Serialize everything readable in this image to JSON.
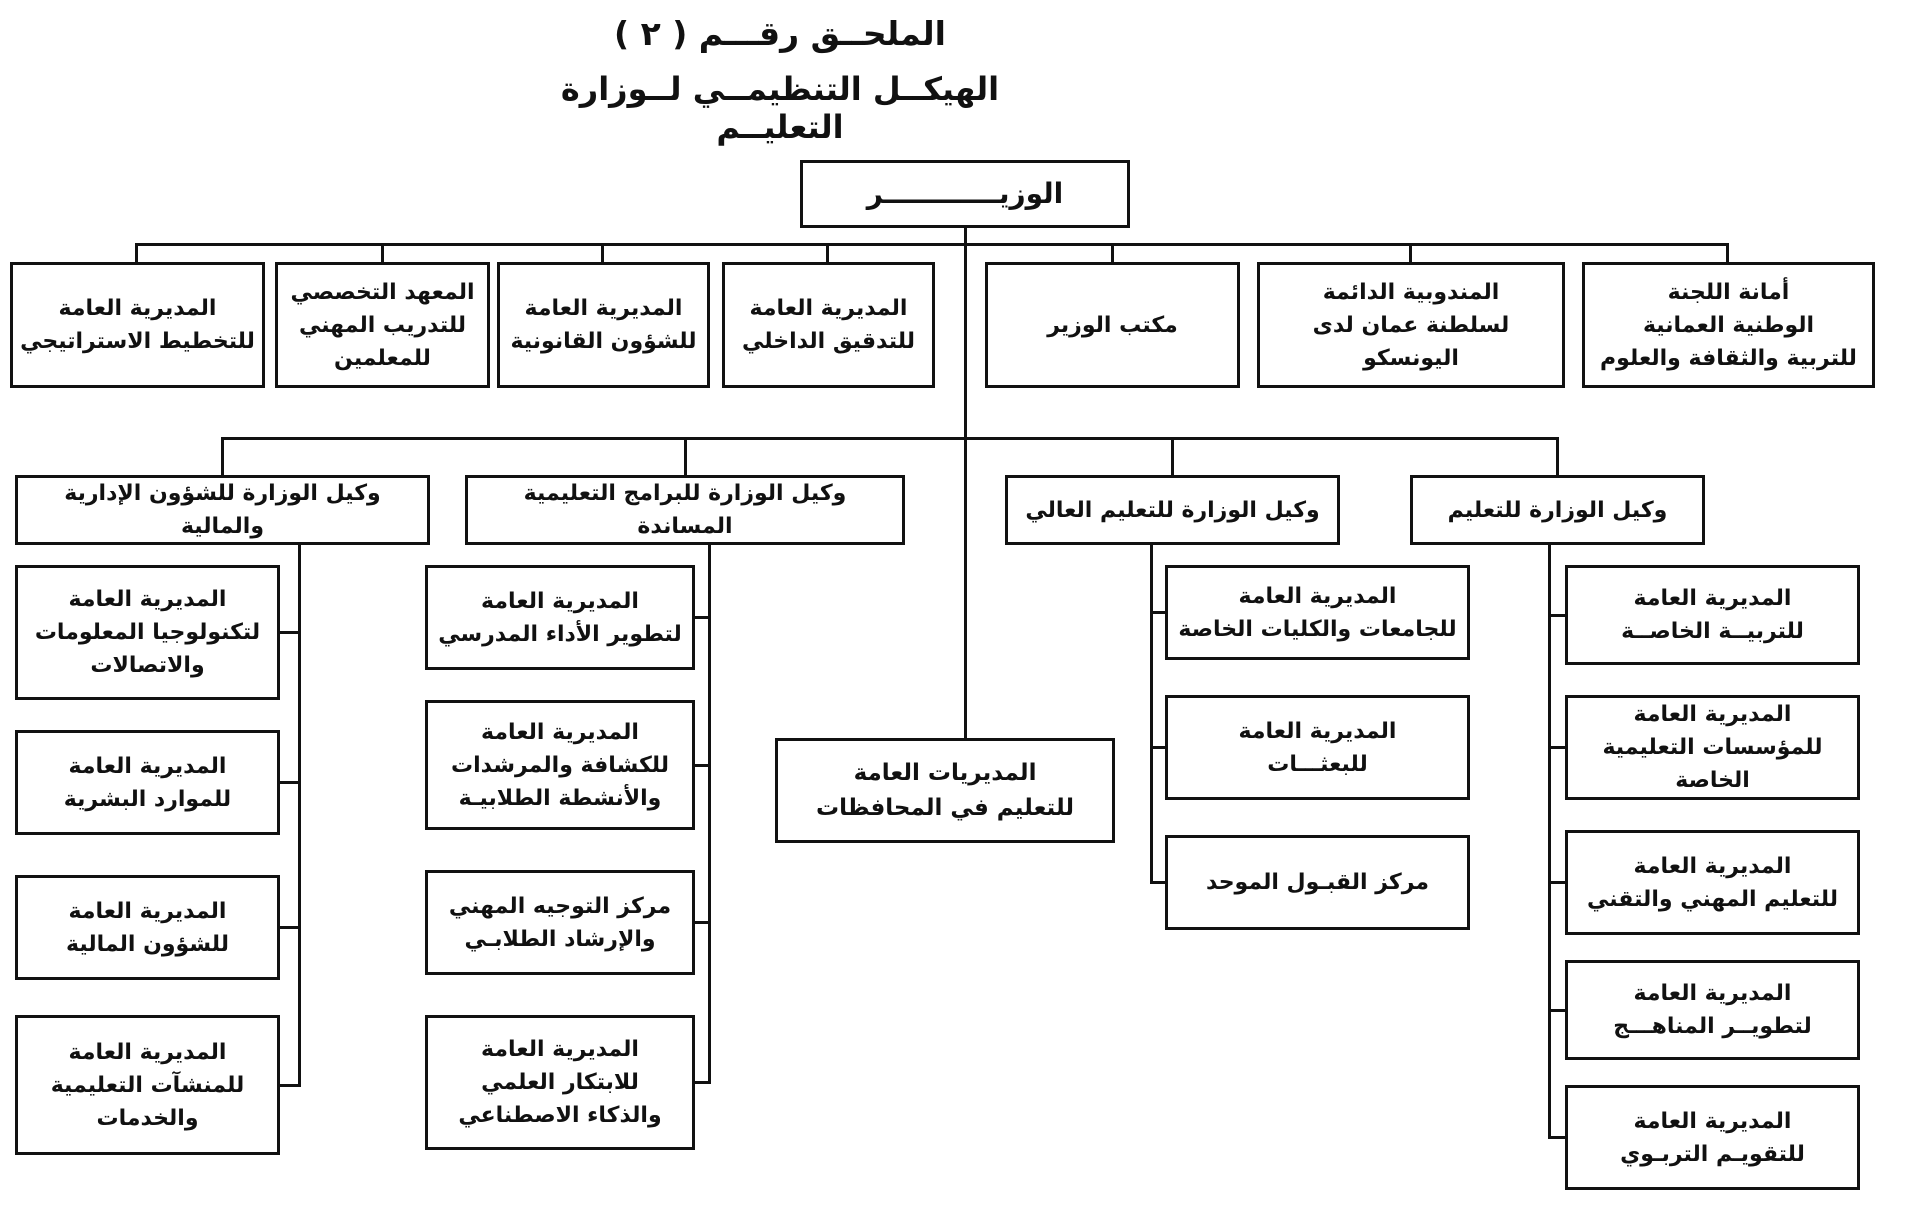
{
  "titles": {
    "appendix": "الملحــق رقـــم ( ٢ )",
    "main": "الهيكــل التنظيمــي لــوزارة التعليــم"
  },
  "minister": {
    "label": "الوزيــــــــــــر"
  },
  "top_row": [
    {
      "label": "المديرية العامة\nللتخطيط الاستراتيجي"
    },
    {
      "label": "المعهد التخصصي\nللتدريب المهني\nللمعلمين"
    },
    {
      "label": "المديرية العامة\nللشؤون القانونية"
    },
    {
      "label": "المديرية العامة\nللتدقيق الداخلي"
    },
    {
      "label": "مكتب الوزير"
    },
    {
      "label": "المندوبية الدائمة\nلسلطنة عمان لدى اليونسكو"
    },
    {
      "label": "أمانة اللجنة\nالوطنية العمانية\nللتربية والثقافة والعلوم"
    }
  ],
  "governorates": {
    "label": "المديريات العامة\nللتعليم في المحافظات"
  },
  "undersecretaries": [
    {
      "label": "وكيل الوزارة للشؤون الإدارية والمالية",
      "children": [
        {
          "label": "المديرية العامة\nلتكنولوجيا المعلومات\nوالاتصالات"
        },
        {
          "label": "المديرية العامة\nللموارد البشرية"
        },
        {
          "label": "المديرية العامة\nللشؤون المالية"
        },
        {
          "label": "المديرية العامة\nللمنشآت التعليمية\nوالخدمات"
        }
      ]
    },
    {
      "label": "وكيل الوزارة للبرامج التعليمية المساندة",
      "children": [
        {
          "label": "المديرية العامة\nلتطوير الأداء المدرسي"
        },
        {
          "label": "المديرية العامة\nللكشافة والمرشدات\nوالأنشطة الطلابيـة"
        },
        {
          "label": "مركز التوجيه المهني\nوالإرشاد الطلابـي"
        },
        {
          "label": "المديرية العامة\nللابتكار العلمي\nوالذكاء الاصطناعي"
        }
      ]
    },
    {
      "label": "وكيل الوزارة للتعليم العالي",
      "children": [
        {
          "label": "المديرية العامة\nللجامعات والكليات الخاصة"
        },
        {
          "label": "المديرية العامة\nللبعثـــات"
        },
        {
          "label": "مركز القبـول الموحد"
        }
      ]
    },
    {
      "label": "وكيل الوزارة للتعليم",
      "children": [
        {
          "label": "المديرية العامة\nللتربيــة الخاصــة"
        },
        {
          "label": "المديرية العامة\nللمؤسسات التعليمية الخاصة"
        },
        {
          "label": "المديرية العامة\nللتعليم المهني والتقني"
        },
        {
          "label": "المديرية العامة\nلتطويــر المناهـــج"
        },
        {
          "label": "المديرية العامة\nللتقويـم التربـوي"
        }
      ]
    }
  ]
}
